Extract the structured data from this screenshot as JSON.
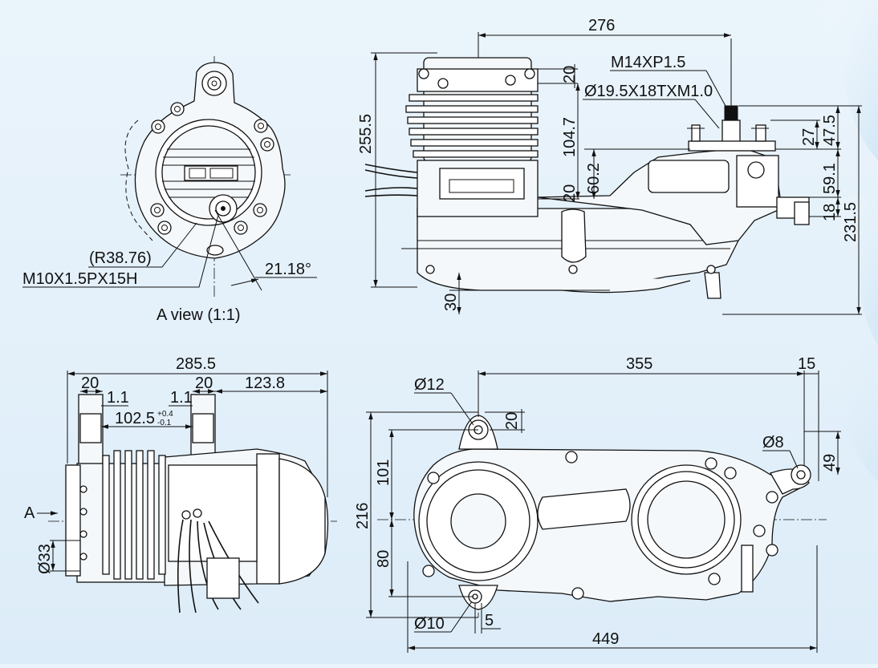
{
  "views": {
    "a_view": {
      "caption": "A view (1:1)",
      "radius_label": "(R38.76)",
      "thread_label": "M10X1.5PX15H",
      "angle_label": "21.18°"
    },
    "side_view": {
      "overall_length": "276",
      "thread_label": "M14XP1.5",
      "shaft_label": "Ø19.5X18TXM1.0",
      "dim_20_top": "20",
      "dim_104_7": "104.7",
      "dim_20_mid": "20",
      "dim_60_2": "60.2",
      "height_255_5": "255.5",
      "dim_27": "27",
      "dim_47_5": "47.5",
      "dim_59_1": "59.1",
      "dim_18": "18",
      "dim_231_5": "231.5",
      "dim_30": "30"
    },
    "front_view": {
      "overall_width": "285.5",
      "dim_20_left": "20",
      "dim_20_right": "20",
      "dim_123_8": "123.8",
      "dim_1_1_left": "1.1",
      "dim_1_1_right": "1.1",
      "dim_102_5": "102.5",
      "tol_upper": "+0.4",
      "tol_lower": "-0.1",
      "arrow_label": "A",
      "dim_33": "Ø33"
    },
    "bottom_view": {
      "dim_355": "355",
      "dim_15": "15",
      "hole_12": "Ø12",
      "dim_20": "20",
      "hole_8": "Ø8",
      "dim_49": "49",
      "dim_101": "101",
      "dim_216": "216",
      "dim_80": "80",
      "hole_10": "Ø10",
      "dim_5": "5",
      "dim_449": "449"
    }
  },
  "colors": {
    "background": "#e3f0fa",
    "line": "#111111"
  }
}
